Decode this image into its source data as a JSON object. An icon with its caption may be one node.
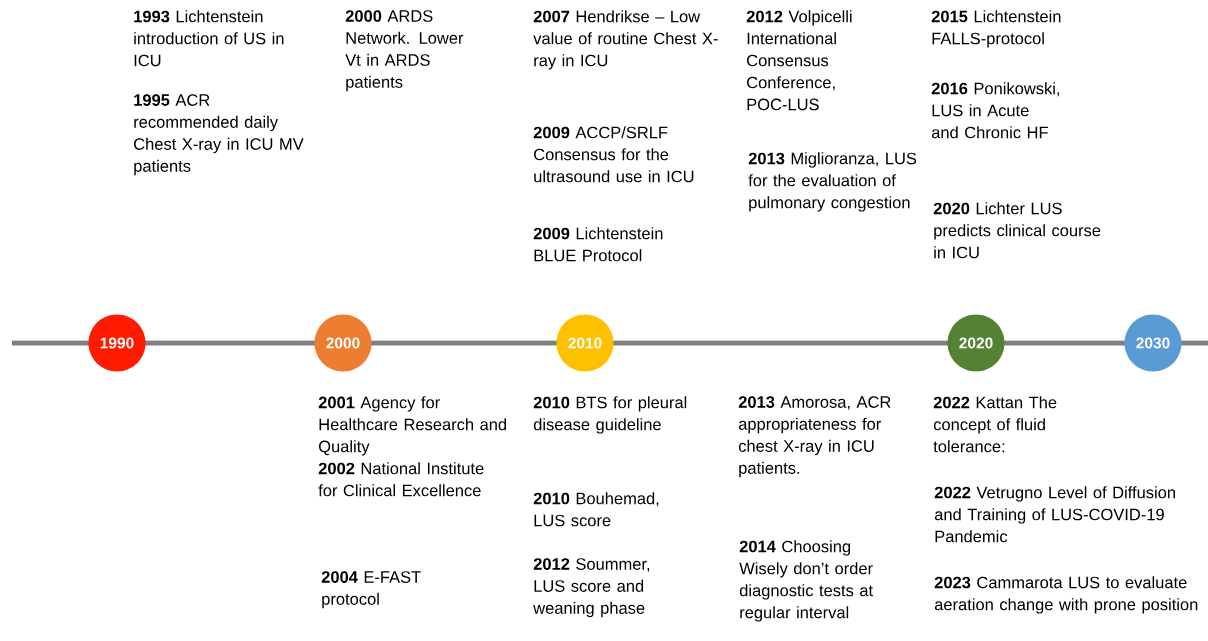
{
  "diagram": {
    "nodes": [
      {
        "text": [
          "1990"
        ]
      },
      {
        "text": [
          "2000"
        ]
      },
      {
        "text": [
          "2010"
        ]
      },
      {
        "text": [
          "2020"
        ]
      },
      {
        "text": [
          "2030"
        ]
      }
    ],
    "labels": [
      "**1993** Lichtenstein introduction of US in ICU",
      "**1995** ACR recommended daily Chest X-ray in ICU MV patients",
      "**2000** ARDS Network. Lower Vt in ARDS patients",
      "**2007** Hendrikse – Low value of routine Chest X-ray in ICU",
      "**2009** ACCP/SRLF Consensus for the ultrasound use in ICU",
      "**2009** Lichtenstein BLUE Protocol",
      "**2012** Volpicelli International Consensus Conference, POC-LUS",
      "**2013** Miglioranza, LUS for the evaluation of pulmonary congestion",
      "**2015** Lichtenstein FALLS-protocol",
      "**2016** Ponikowski, LUS in Acute and Chronic HF",
      "**2020** Lichter LUS predicts clinical course in ICU",
      "**2001** Agency for Healthcare Research and Quality",
      "**2002** National Institute for Clinical Excellence",
      "**2004** E-FAST protocol",
      "**2010** BTS for pleural disease guideline",
      "**2010** Bouhemad, LUS score",
      "**2012** Soummer, LUS score and weaning phase",
      "**2013** Amorosa, ACR appropriateness for chest X-ray in ICU patients.",
      "**2014** Choosing Wisely don’t order diagnostic tests at regular interval",
      "**2022** Kattan The concept of fluid tolerance:",
      "**2022** Vetrugno Level of Diffusion and Training of LUS-COVID-19 Pandemic",
      "**2023** Cammarota LUS to evaluate aeration change with prone position"
    ]
  }
}
